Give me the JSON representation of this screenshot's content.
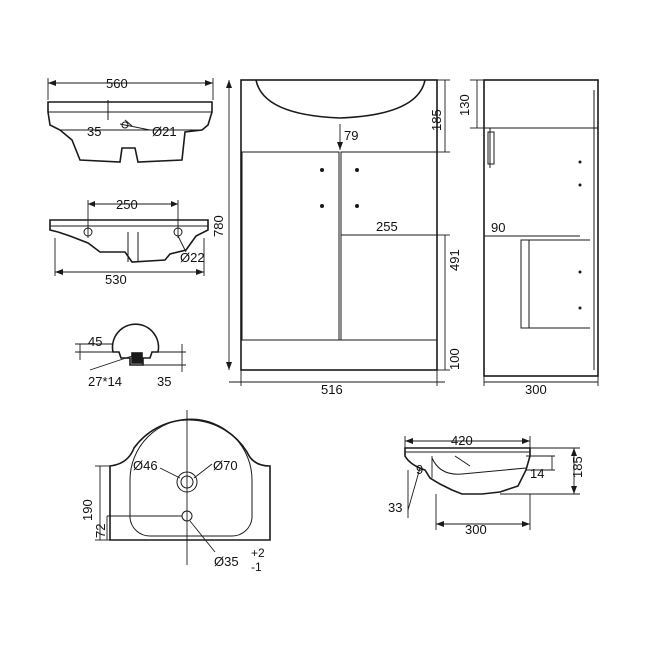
{
  "top_basin": {
    "width": "560",
    "overflow": "35",
    "tap_hole": "Ø21"
  },
  "section_basin": {
    "hole_spacing": "250",
    "width": "530",
    "hole": "Ø22"
  },
  "detail": {
    "depth": "45",
    "slot": "27*14",
    "height": "35"
  },
  "front_cabinet": {
    "height": "780",
    "top": "185",
    "gap": "79",
    "shelf": "255",
    "door": "491",
    "plinth": "100",
    "width": "516"
  },
  "side_cabinet": {
    "top": "130",
    "shelf_depth": "90",
    "depth": "300"
  },
  "plan_basin": {
    "outer": "Ø70",
    "waste": "Ø46",
    "depth": "190",
    "hole_offset": "72",
    "overflow": "Ø35",
    "tol_plus": "+2",
    "tol_minus": "-1"
  },
  "side_basin": {
    "width": "420",
    "rim": "9",
    "height": "185",
    "edge": "14",
    "drop": "33",
    "depth": "300"
  }
}
